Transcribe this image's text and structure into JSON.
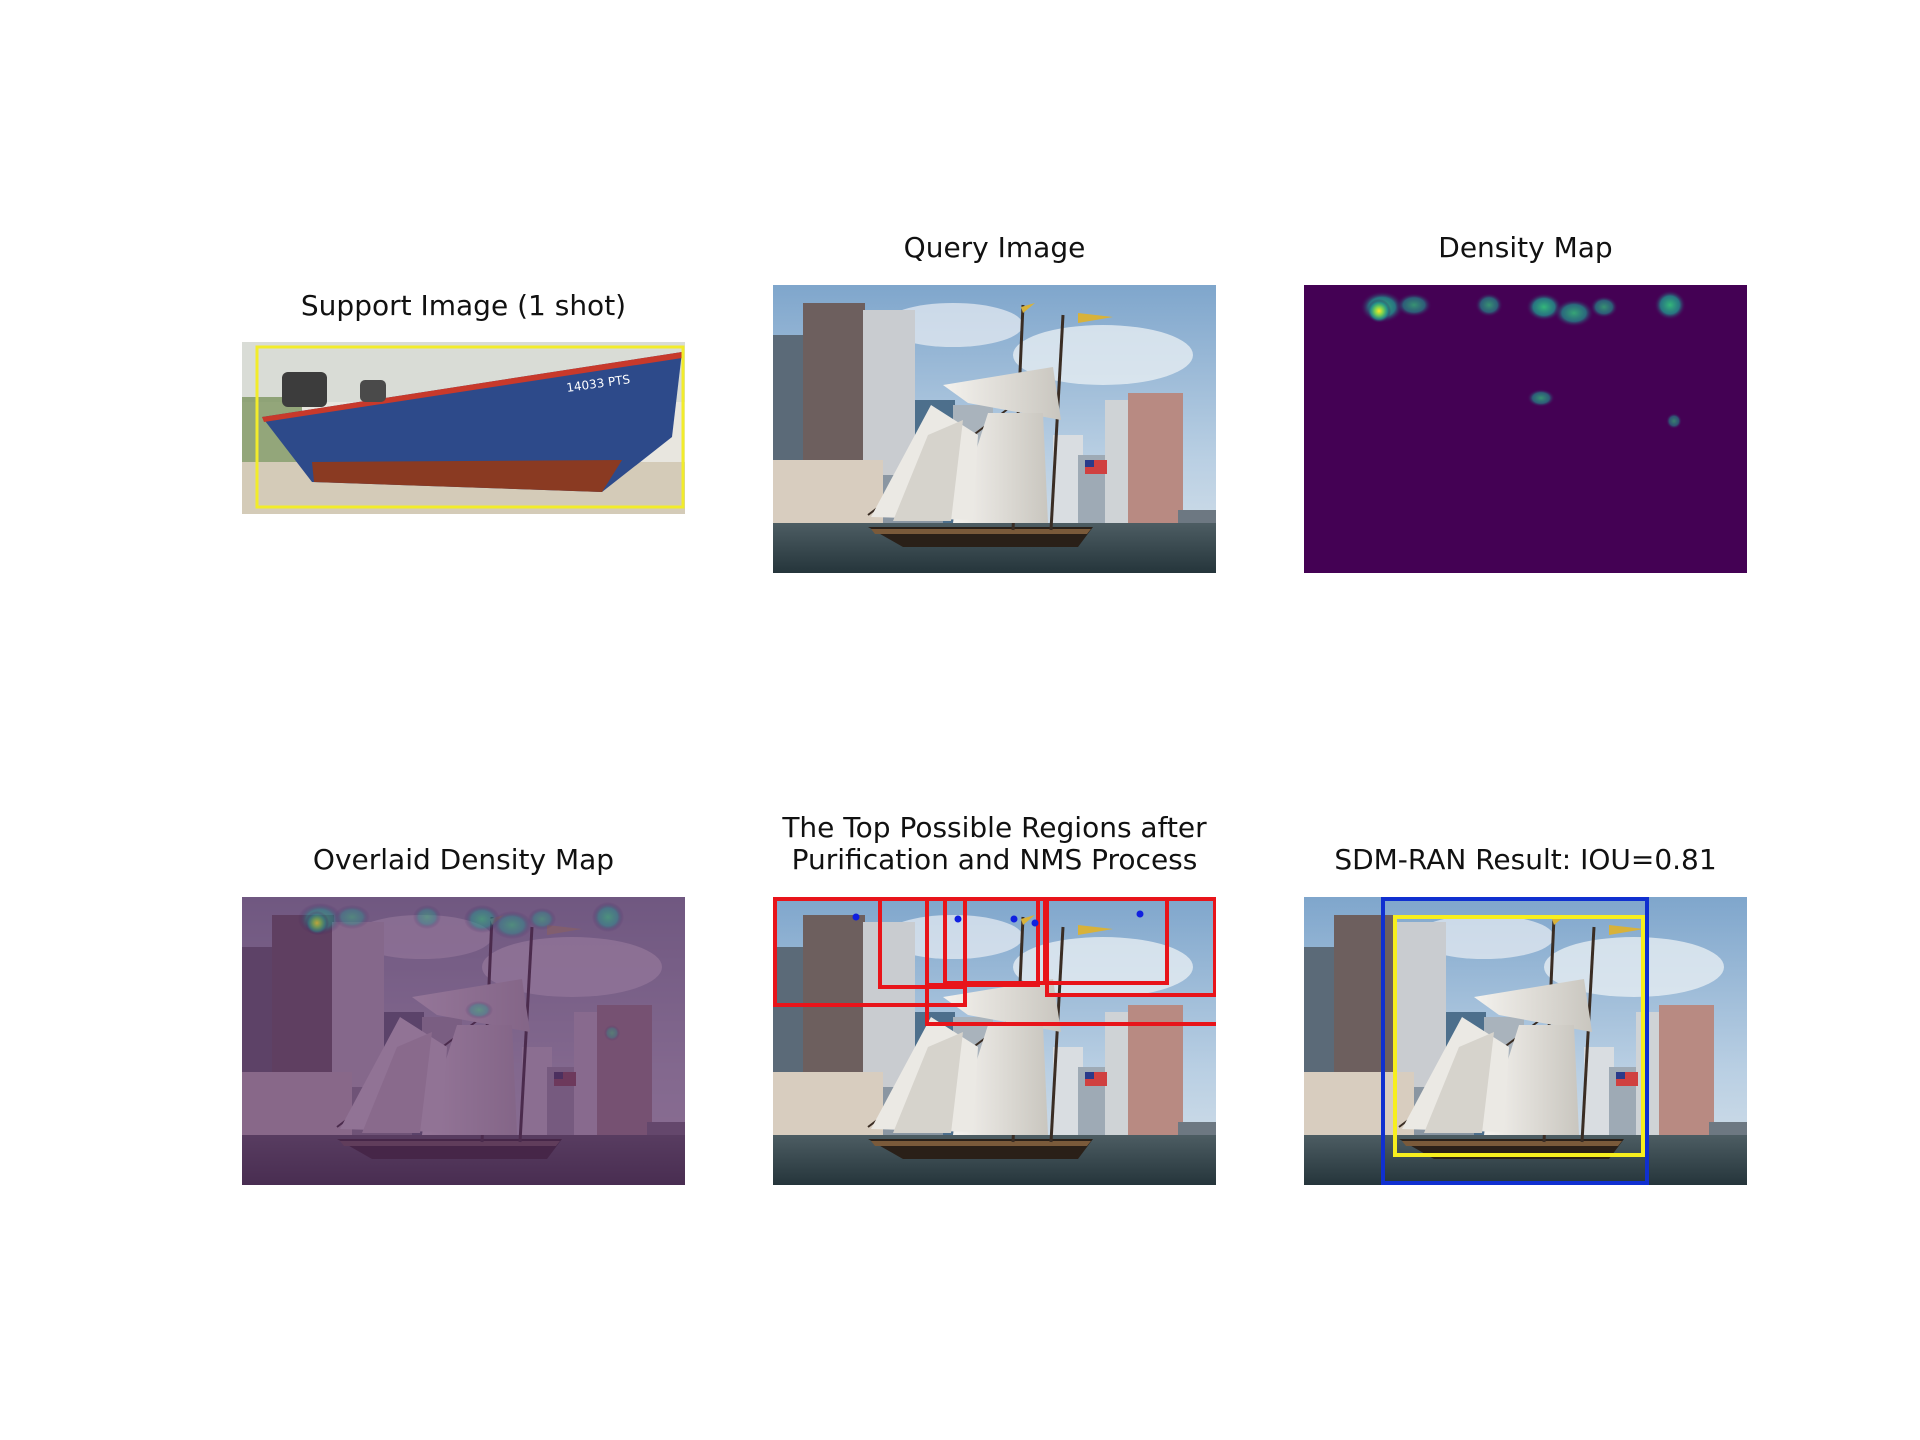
{
  "panels": {
    "support": {
      "title": "Support Image (1 shot)",
      "boat_text": "14033 PTS"
    },
    "query": {
      "title": "Query Image"
    },
    "density": {
      "title": "Density Map"
    },
    "overlaid": {
      "title": "Overlaid Density Map"
    },
    "regions": {
      "title": "The Top Possible Regions after\nPurification and NMS Process"
    },
    "result": {
      "title": "SDM-RAN Result: IOU=0.81"
    }
  },
  "colors": {
    "support_box": "#f2ec2a",
    "region_box": "#e8141a",
    "peak_point": "#1020e0",
    "pred_box": "#1030d0",
    "gt_box": "#f7ef1e",
    "density_bg": "#440154",
    "overlay_tint": "#5a2a63"
  }
}
